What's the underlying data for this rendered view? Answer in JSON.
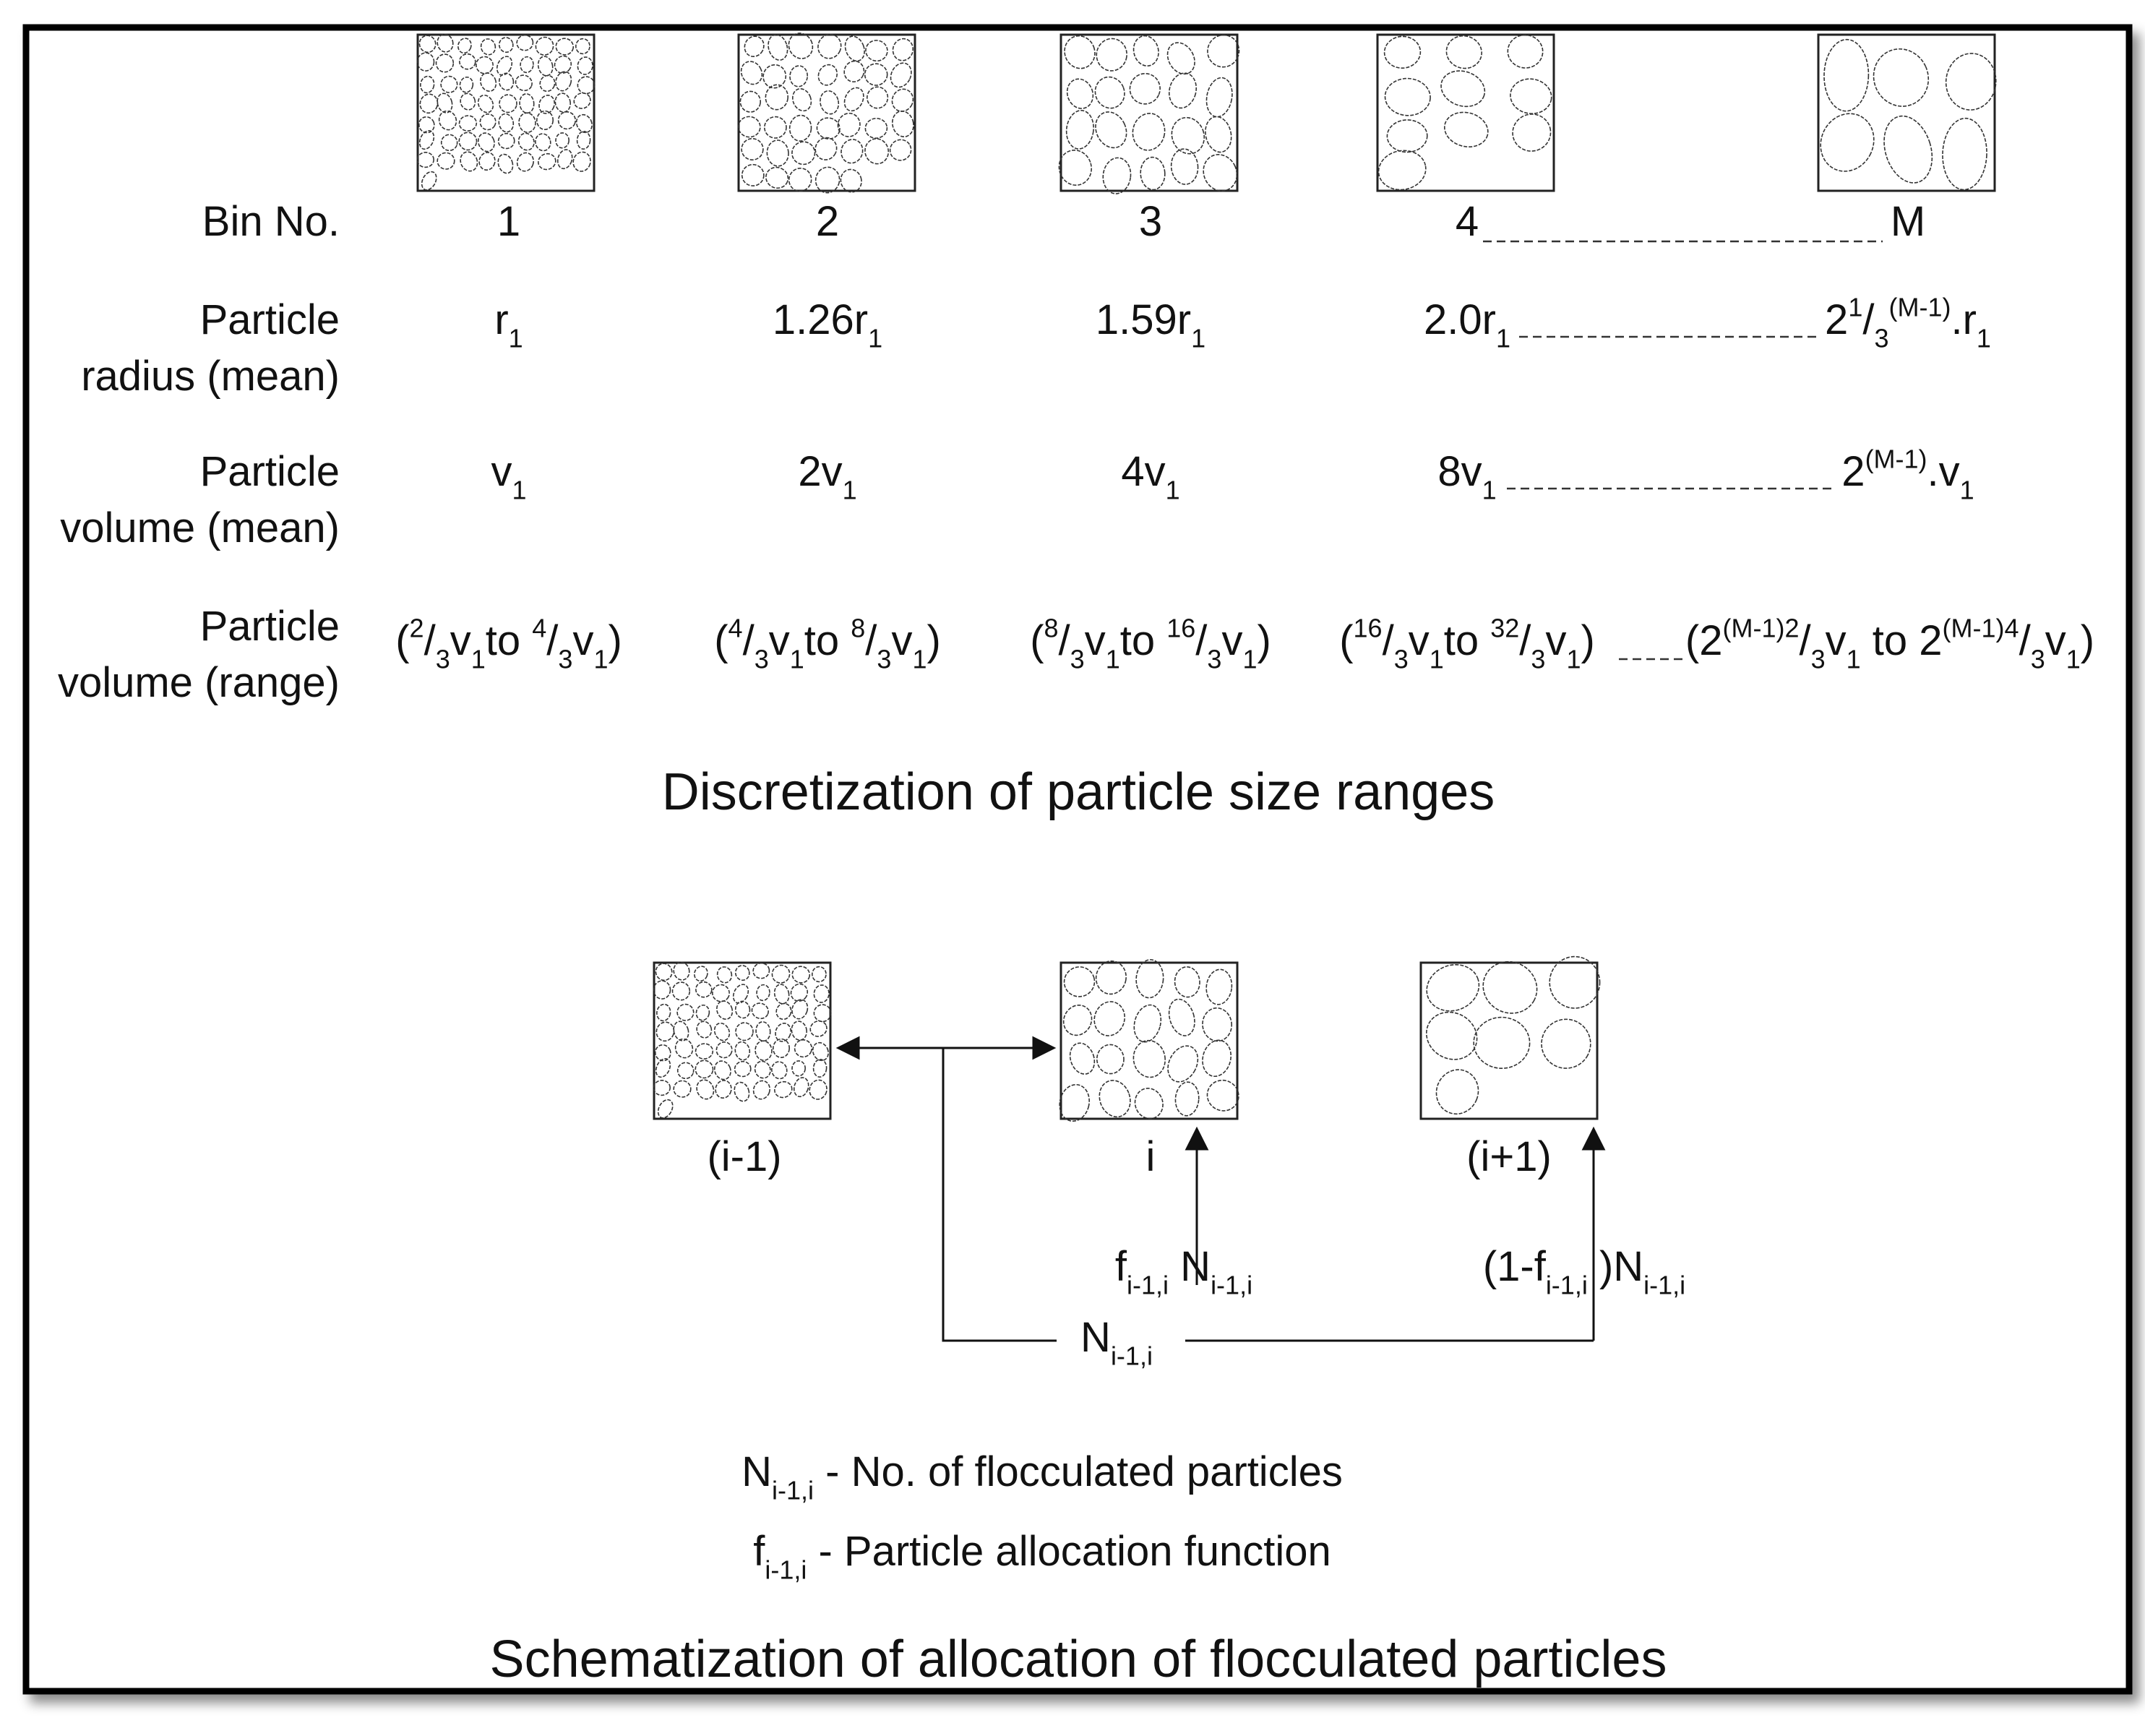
{
  "discretization": {
    "title": "Discretization of particle size ranges",
    "row_labels": {
      "bin": "Bin No.",
      "radius": [
        "Particle",
        "radius (mean)"
      ],
      "volume": [
        "Particle",
        "volume (mean)"
      ],
      "range": [
        "Particle",
        "volume (range)"
      ]
    },
    "bins": [
      {
        "no": "1",
        "radius": [
          {
            "t": "r"
          },
          {
            "t": "1",
            "s": "sub"
          }
        ],
        "volume": [
          {
            "t": "v"
          },
          {
            "t": "1",
            "s": "sub"
          }
        ],
        "range": [
          {
            "t": "("
          },
          {
            "t": "2",
            "s": "sup"
          },
          {
            "t": "/"
          },
          {
            "t": "3",
            "s": "sub"
          },
          {
            "t": "v"
          },
          {
            "t": "1",
            "s": "sub"
          },
          {
            "t": "to "
          },
          {
            "t": "4",
            "s": "sup"
          },
          {
            "t": "/"
          },
          {
            "t": "3",
            "s": "sub"
          },
          {
            "t": "v"
          },
          {
            "t": "1",
            "s": "sub"
          },
          {
            "t": ")"
          }
        ]
      },
      {
        "no": "2",
        "radius": [
          {
            "t": "1.26r"
          },
          {
            "t": "1",
            "s": "sub"
          }
        ],
        "volume": [
          {
            "t": "2v"
          },
          {
            "t": "1",
            "s": "sub"
          }
        ],
        "range": [
          {
            "t": "("
          },
          {
            "t": "4",
            "s": "sup"
          },
          {
            "t": "/"
          },
          {
            "t": "3",
            "s": "sub"
          },
          {
            "t": "v"
          },
          {
            "t": "1",
            "s": "sub"
          },
          {
            "t": "to "
          },
          {
            "t": "8",
            "s": "sup"
          },
          {
            "t": "/"
          },
          {
            "t": "3",
            "s": "sub"
          },
          {
            "t": "v"
          },
          {
            "t": "1",
            "s": "sub"
          },
          {
            "t": ")"
          }
        ]
      },
      {
        "no": "3",
        "radius": [
          {
            "t": "1.59r"
          },
          {
            "t": "1",
            "s": "sub"
          }
        ],
        "volume": [
          {
            "t": "4v"
          },
          {
            "t": "1",
            "s": "sub"
          }
        ],
        "range": [
          {
            "t": "("
          },
          {
            "t": "8",
            "s": "sup"
          },
          {
            "t": "/"
          },
          {
            "t": "3",
            "s": "sub"
          },
          {
            "t": "v"
          },
          {
            "t": "1",
            "s": "sub"
          },
          {
            "t": "to "
          },
          {
            "t": "16",
            "s": "sup"
          },
          {
            "t": "/"
          },
          {
            "t": "3",
            "s": "sub"
          },
          {
            "t": "v"
          },
          {
            "t": "1",
            "s": "sub"
          },
          {
            "t": ")"
          }
        ]
      },
      {
        "no": "4",
        "radius": [
          {
            "t": "2.0r"
          },
          {
            "t": "1",
            "s": "sub"
          }
        ],
        "volume": [
          {
            "t": "8v"
          },
          {
            "t": "1",
            "s": "sub"
          }
        ],
        "range": [
          {
            "t": "("
          },
          {
            "t": "16",
            "s": "sup"
          },
          {
            "t": "/"
          },
          {
            "t": "3",
            "s": "sub"
          },
          {
            "t": "v"
          },
          {
            "t": "1",
            "s": "sub"
          },
          {
            "t": "to "
          },
          {
            "t": "32",
            "s": "sup"
          },
          {
            "t": "/"
          },
          {
            "t": "3",
            "s": "sub"
          },
          {
            "t": "v"
          },
          {
            "t": "1",
            "s": "sub"
          },
          {
            "t": ")"
          }
        ]
      },
      {
        "no": "M",
        "radius": [
          {
            "t": "2"
          },
          {
            "t": "1",
            "s": "sup"
          },
          {
            "t": "/"
          },
          {
            "t": "3",
            "s": "sub"
          },
          {
            "t": "(M-1)",
            "s": "sup"
          },
          {
            "t": ".r"
          },
          {
            "t": "1",
            "s": "sub"
          }
        ],
        "volume": [
          {
            "t": "2"
          },
          {
            "t": "(M-1)",
            "s": "sup"
          },
          {
            "t": ".v"
          },
          {
            "t": "1",
            "s": "sub"
          }
        ],
        "range": [
          {
            "t": "(2"
          },
          {
            "t": "(M-1)",
            "s": "sup"
          },
          {
            "t": "2",
            "s": "sup"
          },
          {
            "t": "/"
          },
          {
            "t": "3",
            "s": "sub"
          },
          {
            "t": "v"
          },
          {
            "t": "1",
            "s": "sub"
          },
          {
            "t": " to 2"
          },
          {
            "t": "(M-1)",
            "s": "sup"
          },
          {
            "t": "4",
            "s": "sup"
          },
          {
            "t": "/"
          },
          {
            "t": "3",
            "s": "sub"
          },
          {
            "t": "v"
          },
          {
            "t": "1",
            "s": "sub"
          },
          {
            "t": ")"
          }
        ]
      }
    ]
  },
  "allocation": {
    "title": "Schematization of allocation of flocculated particles",
    "bins": [
      "(i-1)",
      "i",
      "(i+1)"
    ],
    "flow_total": [
      {
        "t": "N"
      },
      {
        "t": "i-1,i",
        "s": "sub"
      }
    ],
    "flow_to_i": [
      {
        "t": "f"
      },
      {
        "t": "i-1,i",
        "s": "sub"
      },
      {
        "t": " N"
      },
      {
        "t": "i-1,i",
        "s": "sub"
      }
    ],
    "flow_to_next": [
      {
        "t": "(1-f"
      },
      {
        "t": "i-1,i",
        "s": "sub"
      },
      {
        "t": " )N"
      },
      {
        "t": "i-1,i",
        "s": "sub"
      }
    ],
    "legend": [
      [
        {
          "t": "N"
        },
        {
          "t": "i-1,i",
          "s": "sub"
        },
        {
          "t": " - No. of flocculated particles"
        }
      ],
      [
        {
          "t": "f"
        },
        {
          "t": "i-1,i",
          "s": "sub"
        },
        {
          "t": " - Particle allocation function"
        }
      ]
    ]
  }
}
